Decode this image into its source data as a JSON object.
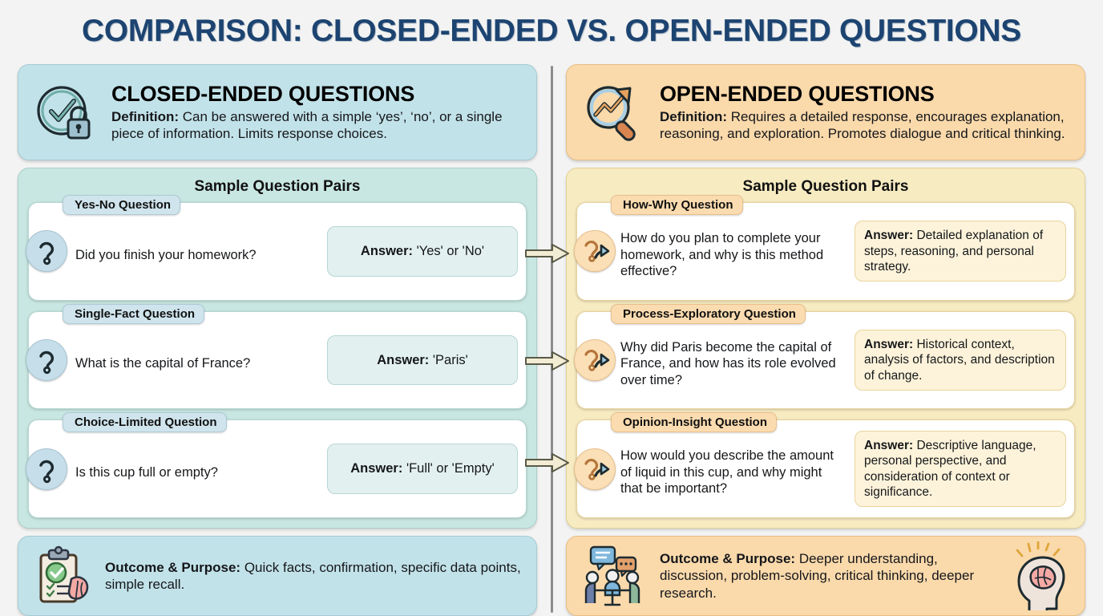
{
  "title": "COMPARISON: CLOSED-ENDED VS. OPEN-ENDED QUESTIONS",
  "colors": {
    "title": "#1d4471",
    "left_header_bg": "#c2e2e9",
    "left_sample_bg": "#c9e7e2",
    "right_header_bg": "#fad9ab",
    "right_sample_bg": "#f7ebc2",
    "page_bg": "#f2f3f2",
    "divider": "#8c8c8c"
  },
  "left": {
    "icon": "check-circle-lock-icon",
    "heading": "CLOSED-ENDED QUESTIONS",
    "definition_label": "Definition:",
    "definition_text": " Can be answered with a simple ‘yes’, ‘no’, or a single piece of information. Limits response choices.",
    "sample_heading": "Sample Question Pairs",
    "cards": [
      {
        "badge_icon": "question-mark-icon",
        "type": "Yes-No Question",
        "question": "Did you finish your homework?",
        "answer_label": "Answer:",
        "answer_text": " 'Yes' or 'No'"
      },
      {
        "badge_icon": "question-mark-icon",
        "type": "Single-Fact Question",
        "question": "What is the capital of France?",
        "answer_label": "Answer:",
        "answer_text": " 'Paris'"
      },
      {
        "badge_icon": "question-mark-icon",
        "type": "Choice-Limited Question",
        "question": "Is this cup full or empty?",
        "answer_label": "Answer:",
        "answer_text": " 'Full' or 'Empty'"
      }
    ],
    "outcome_icon": "clipboard-brain-icon",
    "outcome_label": "Outcome & Purpose:",
    "outcome_text": " Quick facts, confirmation, specific data points, simple recall."
  },
  "right": {
    "icon": "magnifier-growth-arrow-icon",
    "heading": "OPEN-ENDED QUESTIONS",
    "definition_label": "Definition:",
    "definition_text": " Requires a detailed response, encourages explanation, reasoning, and exploration. Promotes dialogue and critical thinking.",
    "sample_heading": "Sample Question Pairs",
    "cards": [
      {
        "badge_icon": "question-mark-arrow-icon",
        "type": "How-Why Question",
        "question": "How do you plan to complete your homework, and why is this method effective?",
        "answer_label": "Answer:",
        "answer_text": " Detailed explanation of steps, reasoning, and personal strategy."
      },
      {
        "badge_icon": "question-mark-arrow-icon",
        "type": "Process-Exploratory Question",
        "question": "Why did Paris become the capital of France, and how has its role evolved over time?",
        "answer_label": "Answer:",
        "answer_text": " Historical context, analysis of factors, and description of change."
      },
      {
        "badge_icon": "question-mark-arrow-icon",
        "type": "Opinion-Insight Question",
        "question": "How would you describe the amount of liquid in this cup, and why might that be important?",
        "answer_label": "Answer:",
        "answer_text": " Descriptive language, personal perspective, and consideration of context or significance."
      }
    ],
    "outcome_icon_left": "discussion-group-icon",
    "outcome_icon_right": "head-brain-idea-icon",
    "outcome_label": "Outcome & Purpose:",
    "outcome_text": " Deeper understanding, discussion, problem-solving, critical thinking, deeper research."
  }
}
